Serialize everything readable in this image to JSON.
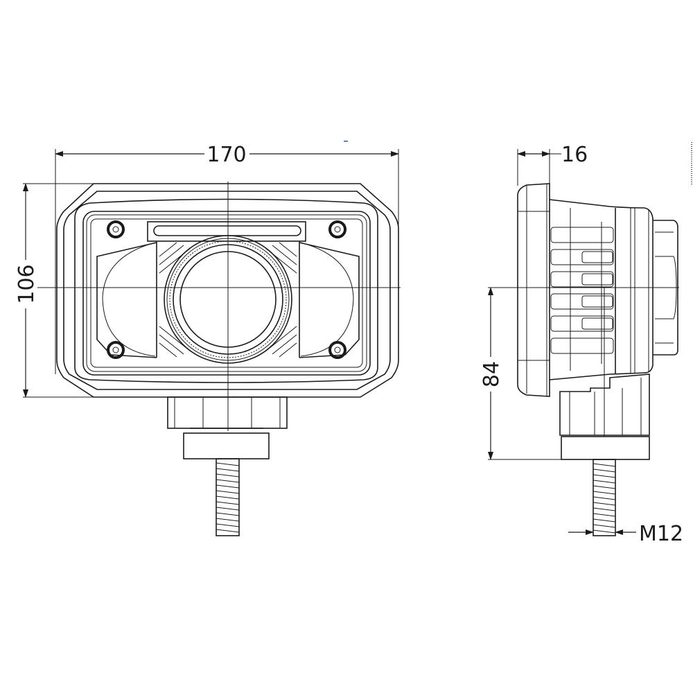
{
  "drawing": {
    "front_view": {
      "width_label": "170",
      "height_label": "106"
    },
    "side_view": {
      "depth_label": "16",
      "mount_height_label": "84",
      "thread_label": "M12"
    }
  },
  "colors": {
    "line": "#1a1a1a",
    "background": "#ffffff",
    "accent_mark": "#2a5bd7"
  }
}
